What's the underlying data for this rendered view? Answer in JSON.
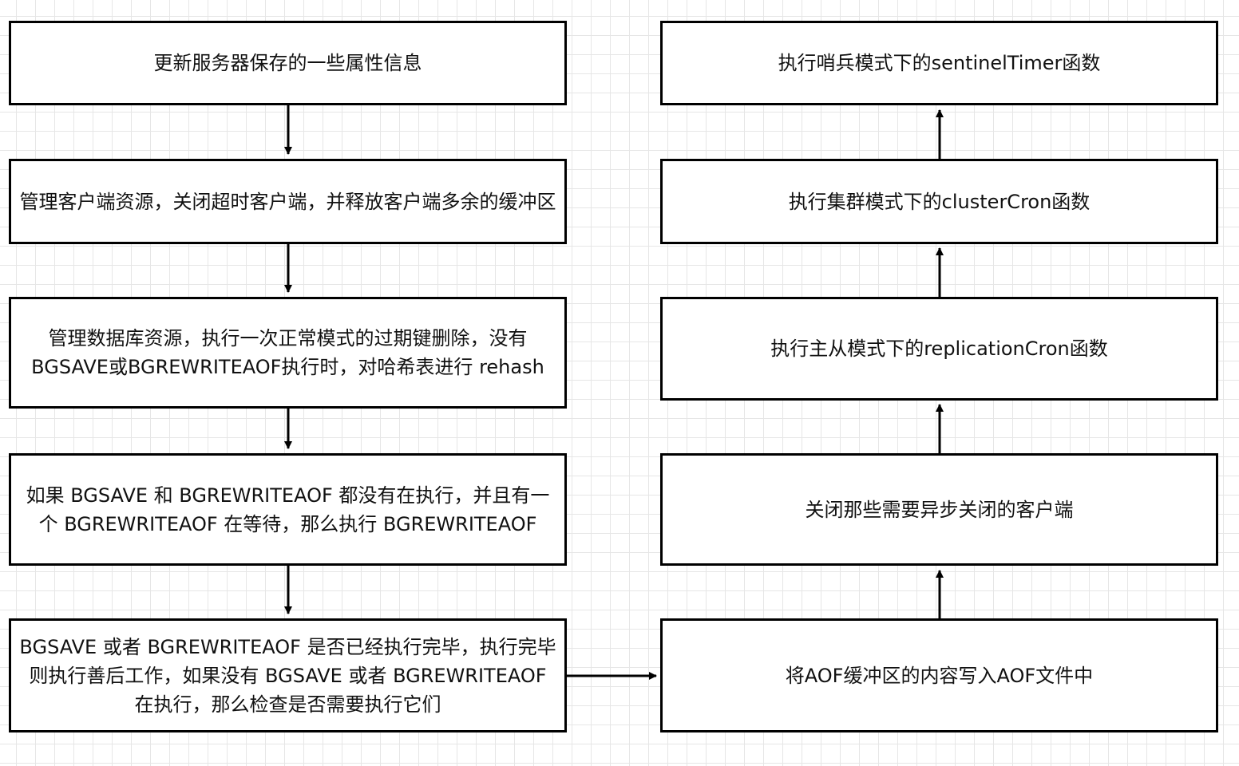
{
  "left_column": [
    {
      "id": "update-server-properties",
      "text": "更新服务器保存的一些属性信息"
    },
    {
      "id": "manage-client-resources",
      "text": "管理客户端资源，关闭超时客户端，并释放客户端多余的缓冲区"
    },
    {
      "id": "manage-database-resources",
      "text": "管理数据库资源，执行一次正常模式的过期键删除，没有BGSAVE或BGREWRITEAOF执行时，对哈希表进行 rehash"
    },
    {
      "id": "run-pending-bgrewriteaof",
      "text": "如果 BGSAVE 和 BGREWRITEAOF 都没有在执行，并且有一个 BGREWRITEAOF 在等待，那么执行 BGREWRITEAOF"
    },
    {
      "id": "check-background-jobs",
      "text": "BGSAVE 或者 BGREWRITEAOF 是否已经执行完毕，执行完毕则执行善后工作，如果没有 BGSAVE 或者 BGREWRITEAOF 在执行，那么检查是否需要执行它们"
    }
  ],
  "right_column": [
    {
      "id": "flush-aof-buffer",
      "text": "将AOF缓冲区的内容写入AOF文件中"
    },
    {
      "id": "close-async-clients",
      "text": "关闭那些需要异步关闭的客户端"
    },
    {
      "id": "replication-cron",
      "text": "执行主从模式下的replicationCron函数"
    },
    {
      "id": "cluster-cron",
      "text": "执行集群模式下的clusterCron函数"
    },
    {
      "id": "sentinel-timer",
      "text": "执行哨兵模式下的sentinelTimer函数"
    }
  ]
}
